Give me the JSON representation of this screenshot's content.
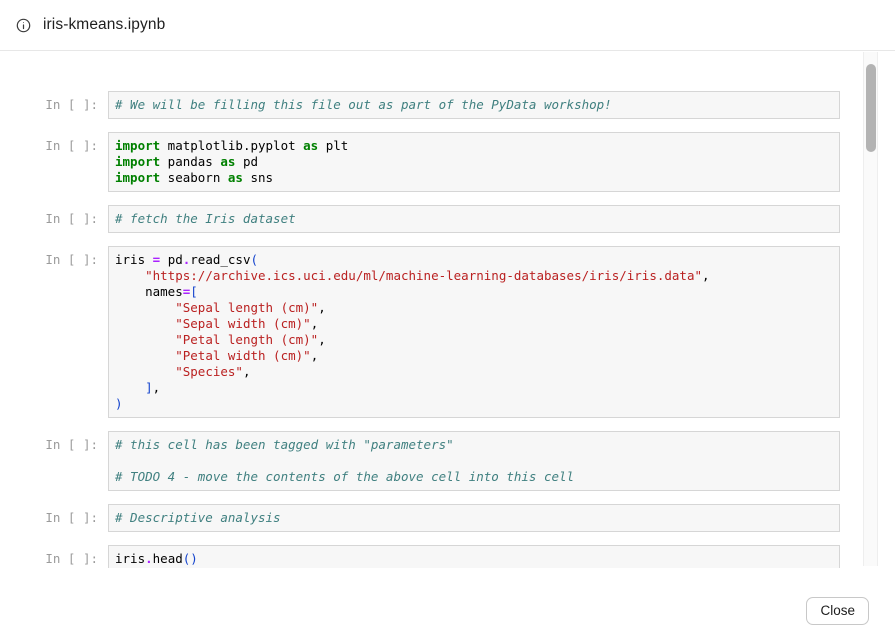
{
  "header": {
    "title": "iris-kmeans.ipynb",
    "icon": "info-icon"
  },
  "notebook": {
    "prompt": "In [ ]:",
    "cells": [
      {
        "lines": [
          [
            {
              "t": "# We will be filling this file out as part of the PyData workshop!",
              "c": "c"
            }
          ]
        ]
      },
      {
        "lines": [
          [
            {
              "t": "import",
              "c": "k"
            },
            {
              "t": " matplotlib.pyplot ",
              "c": "d"
            },
            {
              "t": "as",
              "c": "k"
            },
            {
              "t": " plt",
              "c": "d"
            }
          ],
          [
            {
              "t": "import",
              "c": "k"
            },
            {
              "t": " pandas ",
              "c": "d"
            },
            {
              "t": "as",
              "c": "k"
            },
            {
              "t": " pd",
              "c": "d"
            }
          ],
          [
            {
              "t": "import",
              "c": "k"
            },
            {
              "t": " seaborn ",
              "c": "d"
            },
            {
              "t": "as",
              "c": "k"
            },
            {
              "t": " sns",
              "c": "d"
            }
          ]
        ]
      },
      {
        "lines": [
          [
            {
              "t": "# fetch the Iris dataset",
              "c": "c"
            }
          ]
        ]
      },
      {
        "lines": [
          [
            {
              "t": "iris ",
              "c": "d"
            },
            {
              "t": "=",
              "c": "o"
            },
            {
              "t": " pd",
              "c": "d"
            },
            {
              "t": ".",
              "c": "o"
            },
            {
              "t": "read_csv",
              "c": "d"
            },
            {
              "t": "(",
              "c": "b"
            }
          ],
          [
            {
              "t": "    ",
              "c": "d"
            },
            {
              "t": "\"https://archive.ics.uci.edu/ml/machine-learning-databases/iris/iris.data\"",
              "c": "s"
            },
            {
              "t": ",",
              "c": "d"
            }
          ],
          [
            {
              "t": "    names",
              "c": "d"
            },
            {
              "t": "=",
              "c": "o"
            },
            {
              "t": "[",
              "c": "b"
            }
          ],
          [
            {
              "t": "        ",
              "c": "d"
            },
            {
              "t": "\"Sepal length (cm)\"",
              "c": "s"
            },
            {
              "t": ",",
              "c": "d"
            }
          ],
          [
            {
              "t": "        ",
              "c": "d"
            },
            {
              "t": "\"Sepal width (cm)\"",
              "c": "s"
            },
            {
              "t": ",",
              "c": "d"
            }
          ],
          [
            {
              "t": "        ",
              "c": "d"
            },
            {
              "t": "\"Petal length (cm)\"",
              "c": "s"
            },
            {
              "t": ",",
              "c": "d"
            }
          ],
          [
            {
              "t": "        ",
              "c": "d"
            },
            {
              "t": "\"Petal width (cm)\"",
              "c": "s"
            },
            {
              "t": ",",
              "c": "d"
            }
          ],
          [
            {
              "t": "        ",
              "c": "d"
            },
            {
              "t": "\"Species\"",
              "c": "s"
            },
            {
              "t": ",",
              "c": "d"
            }
          ],
          [
            {
              "t": "    ",
              "c": "d"
            },
            {
              "t": "]",
              "c": "b"
            },
            {
              "t": ",",
              "c": "d"
            }
          ],
          [
            {
              "t": ")",
              "c": "b"
            }
          ]
        ]
      },
      {
        "lines": [
          [
            {
              "t": "# this cell has been tagged with \"parameters\"",
              "c": "c"
            }
          ],
          [],
          [
            {
              "t": "# TODO 4 - move the contents of the above cell into this cell",
              "c": "c"
            }
          ]
        ]
      },
      {
        "lines": [
          [
            {
              "t": "# Descriptive analysis",
              "c": "c"
            }
          ]
        ]
      },
      {
        "lines": [
          [
            {
              "t": "iris",
              "c": "d"
            },
            {
              "t": ".",
              "c": "o"
            },
            {
              "t": "head",
              "c": "d"
            },
            {
              "t": "()",
              "c": "b"
            }
          ]
        ]
      }
    ]
  },
  "footer": {
    "close_label": "Close"
  },
  "colors": {
    "keyword": "#008000",
    "operator": "#AA22FF",
    "string": "#BA2121",
    "comment": "#408080",
    "bracket": "#1343CD",
    "default_text": "#000000",
    "prompt": "#9B9B9B",
    "cell_bg": "#F7F7F7",
    "cell_border": "#D6D6D6",
    "header_border": "#E7E7E7",
    "accent_thumb": "#B3B3B3"
  }
}
